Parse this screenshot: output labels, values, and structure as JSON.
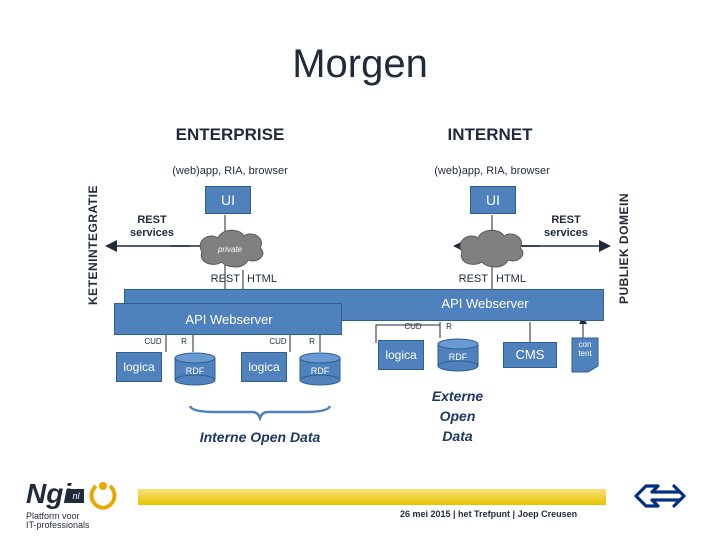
{
  "title": "Morgen",
  "enterprise": {
    "heading": "ENTERPRISE",
    "client": "(web)app, RIA, browser",
    "ui": "UI",
    "rest_services": "REST\nservices",
    "cloud": "private",
    "rest": "REST",
    "html": "HTML",
    "api": "API   Webserver",
    "cud_left": "CUD",
    "r_left": "R",
    "cud_right": "CUD",
    "r_right": "R",
    "logica_left": "logica",
    "rdf_left": "RDF",
    "logica_right": "logica",
    "rdf_right": "RDF",
    "brace_caption": "Interne Open Data"
  },
  "internet": {
    "heading": "INTERNET",
    "client": "(web)app, RIA, browser",
    "ui": "UI",
    "rest_services": "REST\nservices",
    "rest": "REST",
    "html": "HTML",
    "api": "API   Webserver",
    "cud": "CUD",
    "r": "R",
    "logica": "logica",
    "rdf": "RDF",
    "cms": "CMS",
    "content": "con\ntent",
    "external_caption": "Externe\nOpen\nData"
  },
  "side_labels": {
    "left": "KETENINTEGRATIE",
    "right": "PUBLIEK DOMEIN"
  },
  "footer": {
    "logo_text": "Ngi",
    "logo_badge": "nl",
    "platform": "Platform voor\nIT-professionals",
    "date_line": "26 mei 2015 | het Trefpunt | Joep Creusen"
  },
  "colors": {
    "box_fill": "#4f81bd",
    "box_border": "#2f5f8f",
    "footer_bar": "#e8c200",
    "ns_blue": "#003082"
  }
}
